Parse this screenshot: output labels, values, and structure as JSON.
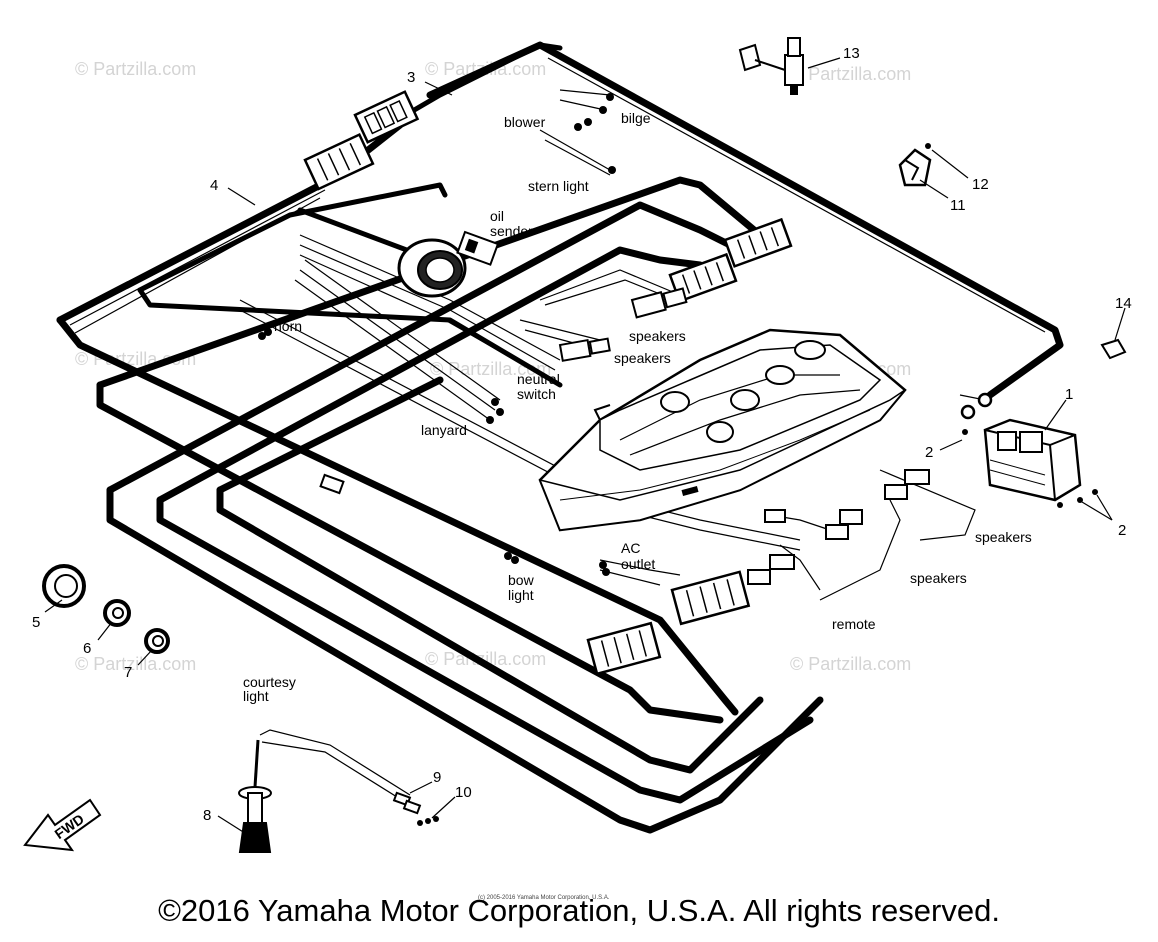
{
  "watermark": "© Partzilla.com",
  "fwd_label": "FWD",
  "small_copyright": "(c) 2005-2016 Yamaha Motor Corporation, U.S.A.",
  "copyright": "©2016 Yamaha Motor Corporation, U.S.A. All rights reserved.",
  "labels": {
    "blower": "blower",
    "bilge": "bilge",
    "stern_light": "stern light",
    "oil": "oil",
    "sender": "sender",
    "horn": "horn",
    "speakers_1": "speakers",
    "speakers_2": "speakers",
    "neutral": "neutral",
    "switch": "switch",
    "lanyard": "lanyard",
    "speakers_3": "speakers",
    "speakers_4": "speakers",
    "ac": "AC",
    "outlet": "outlet",
    "bow": "bow",
    "light": "light",
    "remote": "remote",
    "courtesy": "courtesy",
    "courtesy_light": "light"
  },
  "callouts": {
    "c1": "1",
    "c2a": "2",
    "c2b": "2",
    "c3": "3",
    "c4": "4",
    "c5": "5",
    "c6": "6",
    "c7": "7",
    "c8": "8",
    "c9": "9",
    "c10": "10",
    "c11": "11",
    "c12": "12",
    "c13": "13",
    "c14": "14"
  }
}
